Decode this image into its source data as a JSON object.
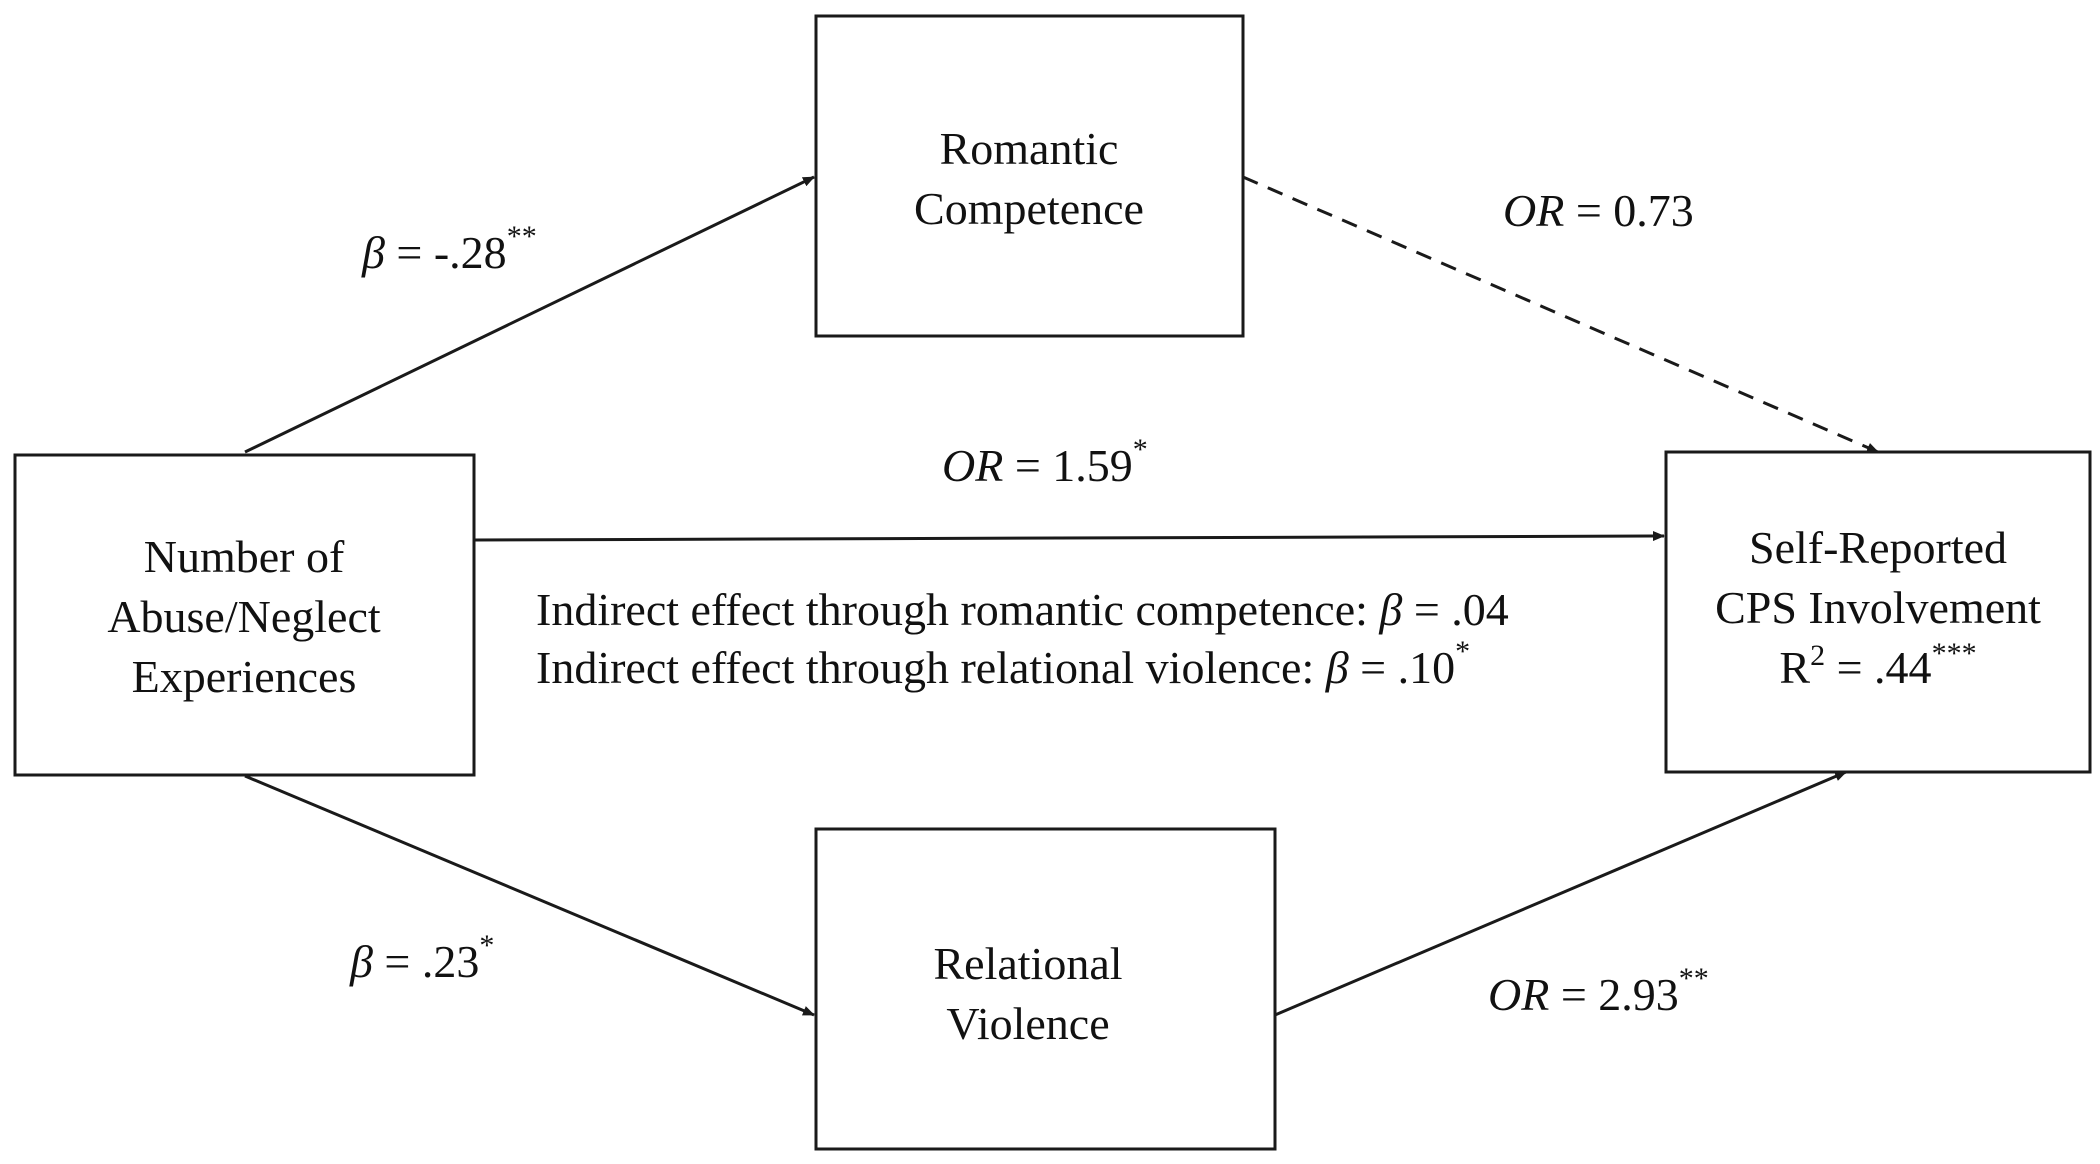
{
  "nodes": {
    "abuse": {
      "lines": [
        "Number of",
        "Abuse/Neglect",
        "Experiences"
      ]
    },
    "romantic": {
      "lines": [
        "Romantic",
        "Competence"
      ]
    },
    "violence": {
      "lines": [
        "Relational",
        "Violence"
      ]
    },
    "cps": {
      "lines": [
        "Self-Reported",
        "CPS Involvement"
      ],
      "r2_prefix": "R",
      "r2_exp": "2",
      "r2_value": " = .44",
      "r2_sig": "***"
    }
  },
  "edges": {
    "abuse_to_romantic": {
      "symbol": "β",
      "value": " = -.28",
      "sig": "**",
      "style": "solid"
    },
    "romantic_to_cps": {
      "symbol": "OR",
      "value": " = 0.73",
      "sig": "",
      "style": "dashed"
    },
    "abuse_to_cps": {
      "symbol": "OR",
      "value": " = 1.59",
      "sig": "*",
      "style": "solid"
    },
    "abuse_to_violence": {
      "symbol": "β",
      "value": " = .23",
      "sig": "*",
      "style": "solid"
    },
    "violence_to_cps": {
      "symbol": "OR",
      "value": " = 2.93",
      "sig": "**",
      "style": "solid"
    }
  },
  "indirect_effects": [
    {
      "prefix": "Indirect effect through romantic competence: ",
      "symbol": "β",
      "value": " = .04",
      "sig": ""
    },
    {
      "prefix": "Indirect effect through relational violence: ",
      "symbol": "β",
      "value": " = .10",
      "sig": "*"
    }
  ],
  "colors": {
    "stroke": "#1a1a1a",
    "text": "#111111",
    "background": "#ffffff"
  }
}
